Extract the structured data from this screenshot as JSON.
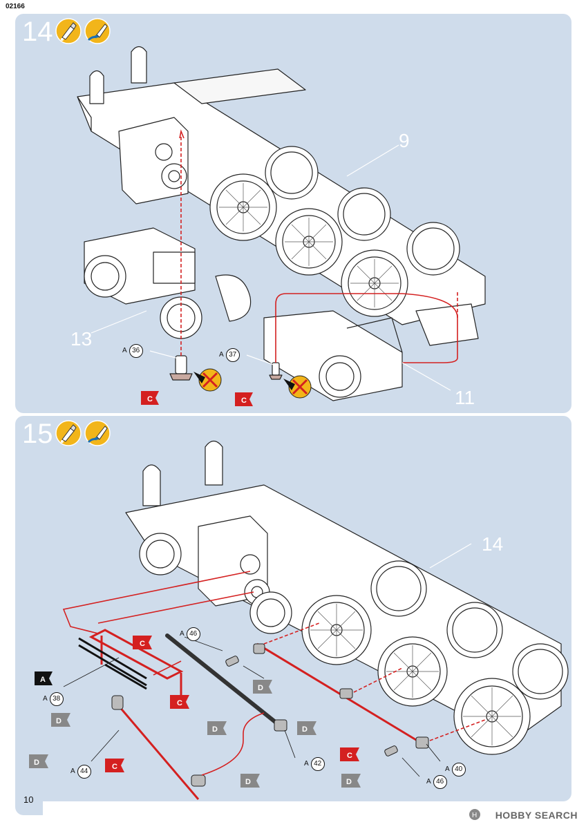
{
  "document": {
    "code": "02166",
    "page_number": "10",
    "watermark": "HOBBY SEARCH"
  },
  "colors": {
    "panel_bg": "#cfdceb",
    "accent_red": "#d42020",
    "tool_yellow": "#f2b51a",
    "tool_blue": "#1a6fb5"
  },
  "step14": {
    "number": "14",
    "icons": [
      "glue-tube-icon",
      "paint-brush-icon"
    ],
    "callouts": [
      "9",
      "13",
      "11"
    ],
    "parts": [
      {
        "prefix": "A",
        "num": "36"
      },
      {
        "prefix": "A",
        "num": "37"
      }
    ]
  },
  "step15": {
    "number": "15",
    "icons": [
      "glue-tube-icon",
      "paint-brush-icon"
    ],
    "callouts": [
      "14"
    ],
    "parts": [
      {
        "prefix": "A",
        "num": "46"
      },
      {
        "prefix": "A",
        "num": "38"
      },
      {
        "prefix": "A",
        "num": "44"
      },
      {
        "prefix": "A",
        "num": "42"
      },
      {
        "prefix": "A",
        "num": "40"
      },
      {
        "prefix": "A",
        "num": "46"
      }
    ],
    "flag_labels": [
      "C",
      "D",
      "A"
    ]
  }
}
